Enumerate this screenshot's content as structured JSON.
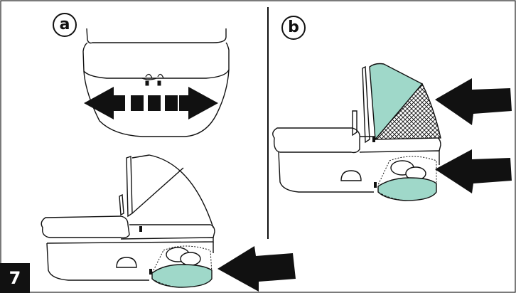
{
  "panels": {
    "a": {
      "label": "a"
    },
    "b": {
      "label": "b"
    }
  },
  "step": {
    "number": "7"
  },
  "colors": {
    "ink": "#111111",
    "mint": "#9fd8c9",
    "mesh": "#111111",
    "paper": "#ffffff"
  },
  "icons": {
    "arrow": "thick-black-arrow",
    "zip": "zip-pull"
  }
}
